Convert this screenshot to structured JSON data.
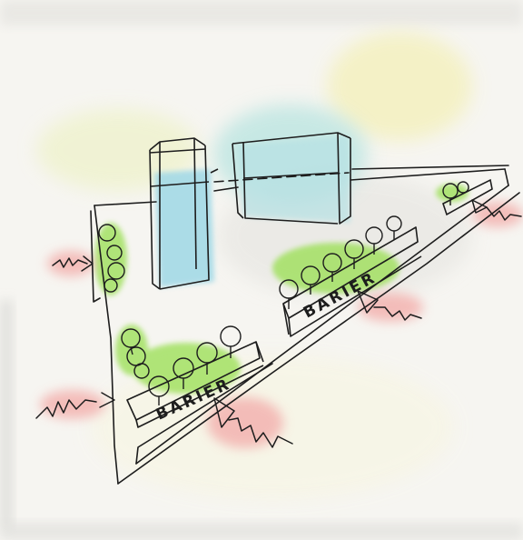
{
  "image": {
    "kind": "hand-drawn architectural sketch",
    "labels": {
      "barrier_front": "BARIER",
      "barrier_rear": "BARIER"
    },
    "colors": {
      "paper": "#f6f5f1",
      "ink": "#1d1d1d",
      "tree_green": "#9ee05a",
      "building_blue": "#9fd8e6",
      "noise_red": "#f3b3b0",
      "wash_yellow": "#f4f1c2"
    }
  }
}
